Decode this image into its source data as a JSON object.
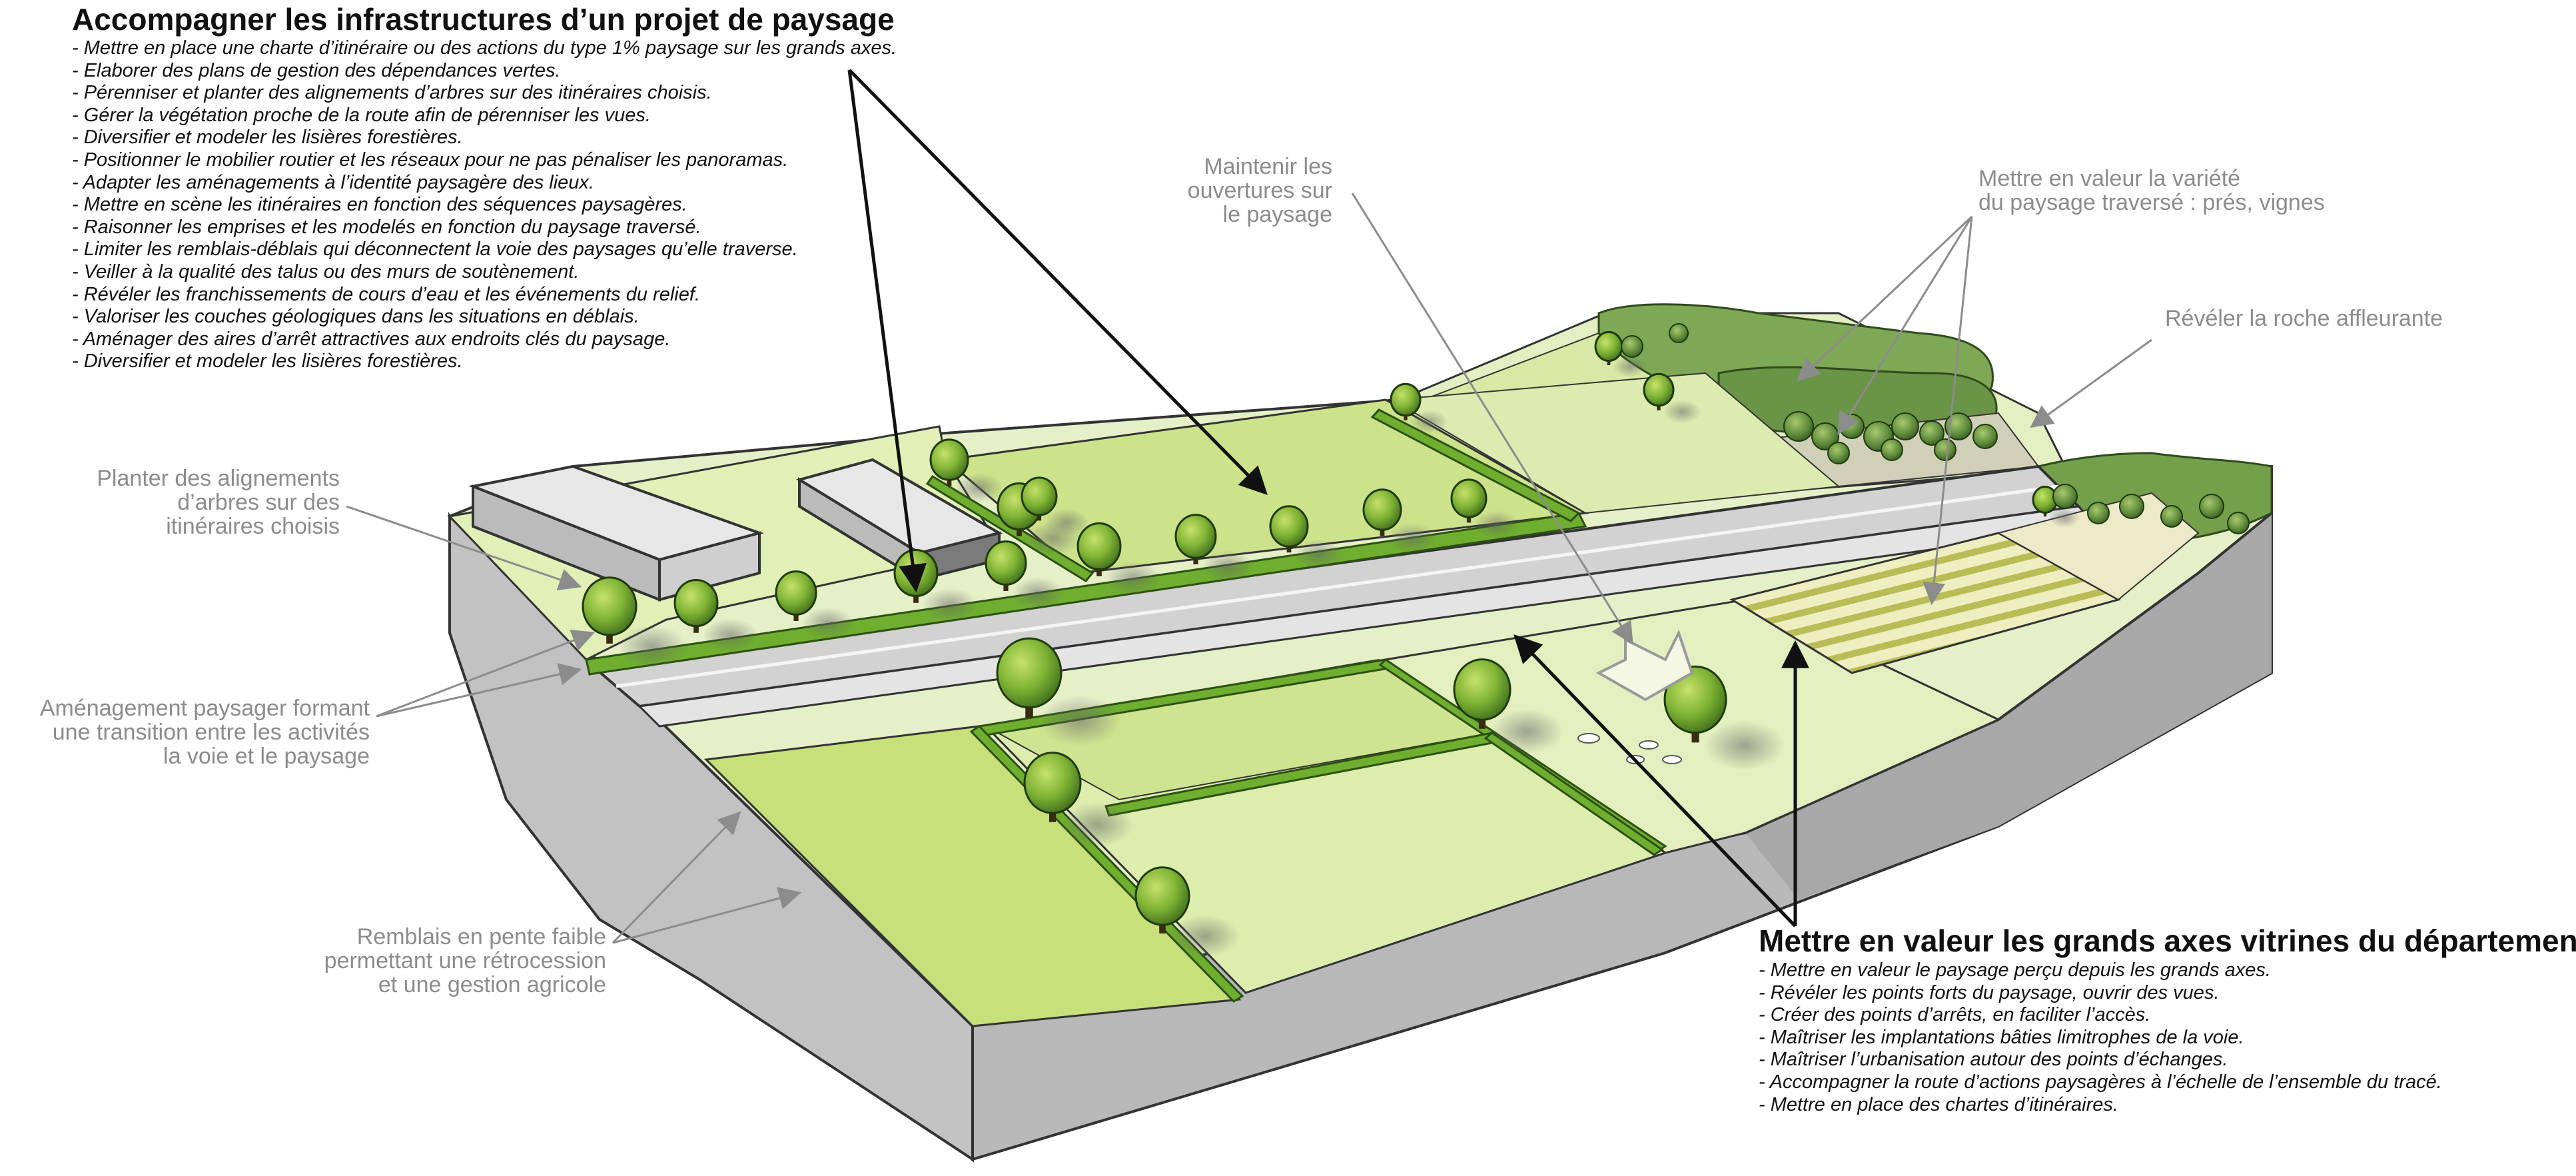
{
  "infrastructure": {
    "title": "Accompagner les infrastructures d’un projet de paysage",
    "items": [
      "- Mettre en place une charte d’itinéraire ou des actions du type 1% paysage sur les grands axes.",
      "- Elaborer des plans de gestion des dépendances vertes.",
      "- Pérenniser et planter des alignements d’arbres sur des itinéraires choisis.",
      "- Gérer la végétation proche de la route afin de pérenniser les vues.",
      "- Diversifier et modeler les lisières forestières.",
      "- Positionner le mobilier routier et les réseaux pour ne pas pénaliser les panoramas.",
      "- Adapter les aménagements à l’identité paysagère des lieux.",
      "- Mettre en scène les itinéraires en fonction des séquences paysagères.",
      "- Raisonner les emprises et les modelés en fonction du paysage traversé.",
      "- Limiter les remblais-déblais qui déconnectent la voie des paysages qu’elle traverse.",
      "- Veiller à la qualité des talus ou des murs de soutènement.",
      "- Révéler les franchissements de cours d’eau et les événements du relief.",
      "- Valoriser les couches géologiques dans les situations en déblais.",
      "- Aménager des aires d’arrêt attractives aux endroits clés du paysage.",
      "- Diversifier et modeler les lisières forestières."
    ]
  },
  "vitrines": {
    "title": "Mettre en valeur les grands axes vitrines du département",
    "items": [
      "- Mettre en valeur le paysage perçu depuis les grands axes.",
      "- Révéler les points forts du paysage, ouvrir des vues.",
      "- Créer des points d’arrêts, en faciliter l’accès.",
      "- Maîtriser les implantations bâties limitrophes de la voie.",
      "- Maîtriser l’urbanisation autour des points d’échanges.",
      "- Accompagner la route d’actions paysagères à l’échelle de l’ensemble du tracé.",
      "- Mettre en place des chartes d’itinéraires."
    ]
  },
  "labels": {
    "planter": [
      "Planter des alignements",
      "d’arbres sur des",
      "itinéraires choisis"
    ],
    "amenagement": [
      "Aménagement paysager formant",
      "une transition entre les activités",
      "la voie et le paysage"
    ],
    "remblais": [
      "Remblais en pente faible",
      "permettant une rétrocession",
      "et une gestion agricole"
    ],
    "ouvertures": [
      "Maintenir les",
      "ouvertures sur",
      "le paysage"
    ],
    "variete": [
      "Mettre en valeur la variété",
      "du paysage traversé : prés, vignes"
    ],
    "roche": "Révéler la roche affleurante"
  },
  "colors": {
    "meadow": "#c8e07a",
    "meadow_light": "#e6f0c8",
    "hedge": "#5f9e2a",
    "road": "#d2d2d2",
    "block_side": "#b8b8b8",
    "annotation_black": "#111111",
    "annotation_grey": "#8c8c8c"
  }
}
